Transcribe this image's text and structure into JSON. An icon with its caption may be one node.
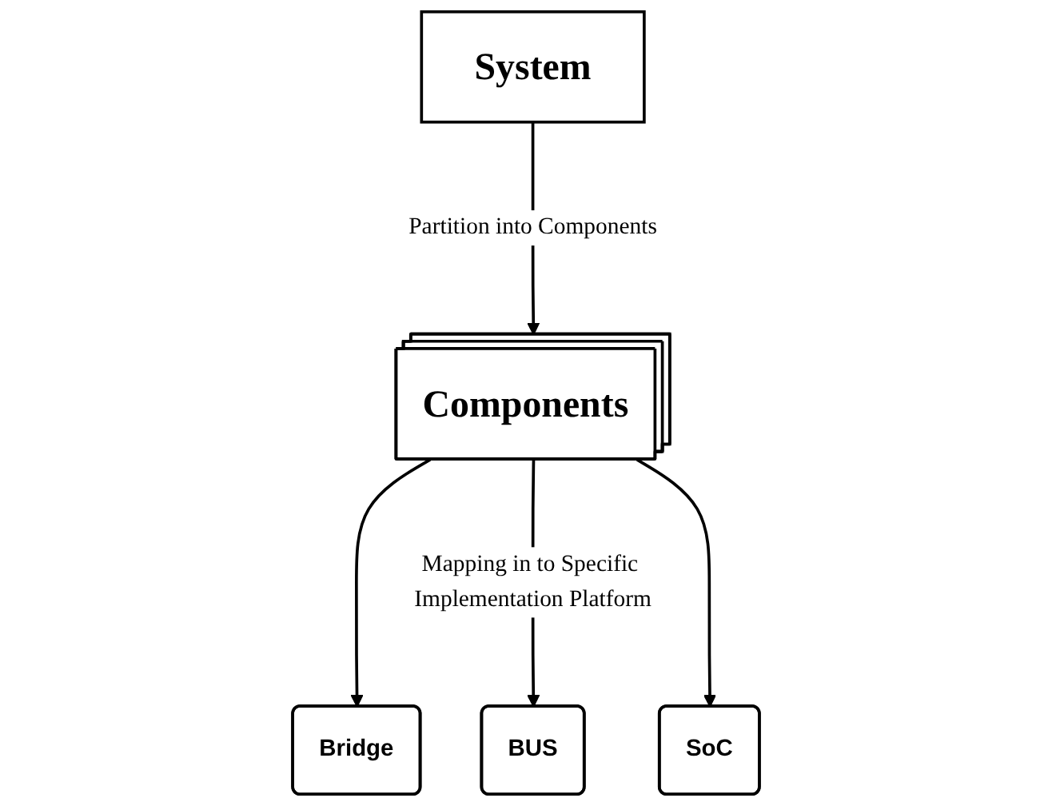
{
  "diagram": {
    "nodes": [
      {
        "text": [
          "System"
        ]
      },
      {
        "text": [
          "Components"
        ]
      },
      {
        "text": [
          "Bridge"
        ]
      },
      {
        "text": [
          "BUS"
        ]
      },
      {
        "text": [
          "SoC"
        ]
      }
    ],
    "edges": [
      {
        "from": 0,
        "to": 1,
        "arrow": "to",
        "label": "Partition into Components"
      },
      {
        "from": 1,
        "to": 2,
        "arrow": "to"
      },
      {
        "from": 1,
        "to": 3,
        "arrow": "to",
        "label": "Mapping in to Specific Implementation Platform"
      },
      {
        "from": 1,
        "to": 4,
        "arrow": "to"
      }
    ]
  }
}
